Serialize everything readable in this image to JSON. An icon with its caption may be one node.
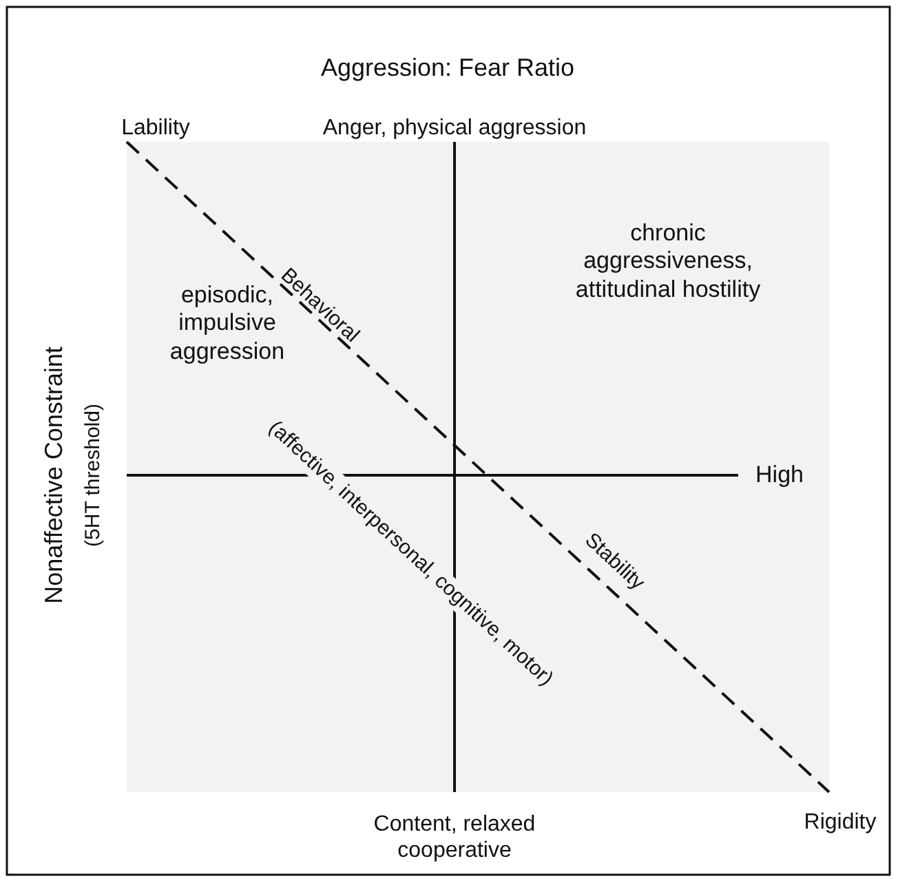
{
  "diagram": {
    "title": "Aggression: Fear Ratio",
    "labels": [
      "Lability",
      "Anger, physical aggression",
      "chronic aggressiveness, attitudinal hostility",
      "episodic, impulsive aggression",
      "Behavioral",
      "(affective, interpersonal, cognitive, motor)",
      "Stability",
      "High",
      "Nonaffective Constraint",
      "(5HT threshold)",
      "Content, relaxed cooperative",
      "Rigidity"
    ]
  }
}
